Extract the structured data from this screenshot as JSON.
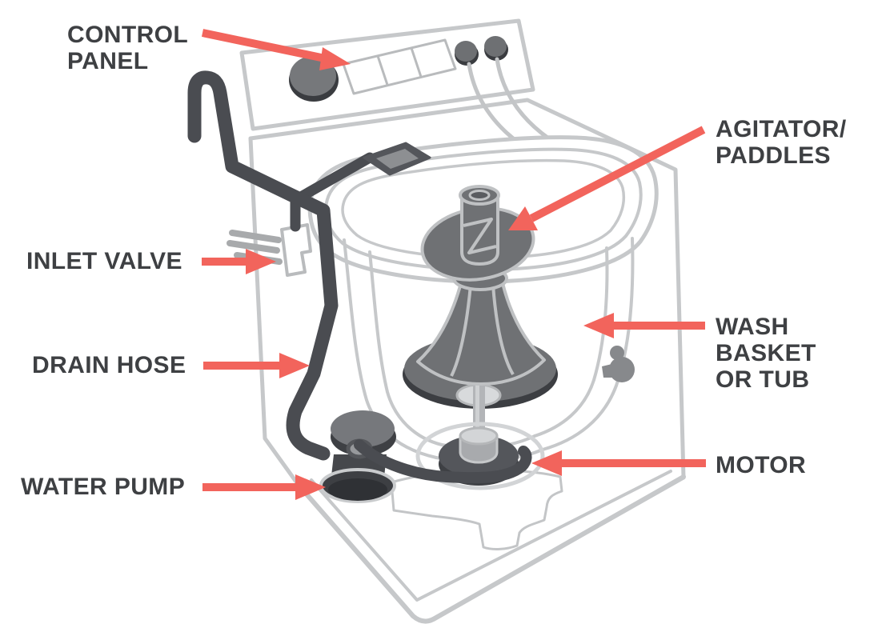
{
  "diagram": {
    "type": "labeled-illustration",
    "subject": "top-load-washing-machine-parts",
    "colors": {
      "arrow": "#f2645c",
      "label_text": "#3e4043",
      "outline_light": "#c6c8ca",
      "component_dark": "#4a4c51",
      "component_medium": "#6f7174",
      "white": "#ffffff"
    },
    "labels": {
      "control_panel": {
        "lines": [
          "CONTROL",
          "PANEL"
        ]
      },
      "agitator": {
        "lines": [
          "AGITATOR/",
          "PADDLES"
        ]
      },
      "inlet_valve": {
        "lines": [
          "INLET VALVE"
        ]
      },
      "wash_basket": {
        "lines": [
          "WASH",
          "BASKET",
          "OR TUB"
        ]
      },
      "drain_hose": {
        "lines": [
          "DRAIN HOSE"
        ]
      },
      "motor": {
        "lines": [
          "MOTOR"
        ]
      },
      "water_pump": {
        "lines": [
          "WATER PUMP"
        ]
      }
    }
  }
}
